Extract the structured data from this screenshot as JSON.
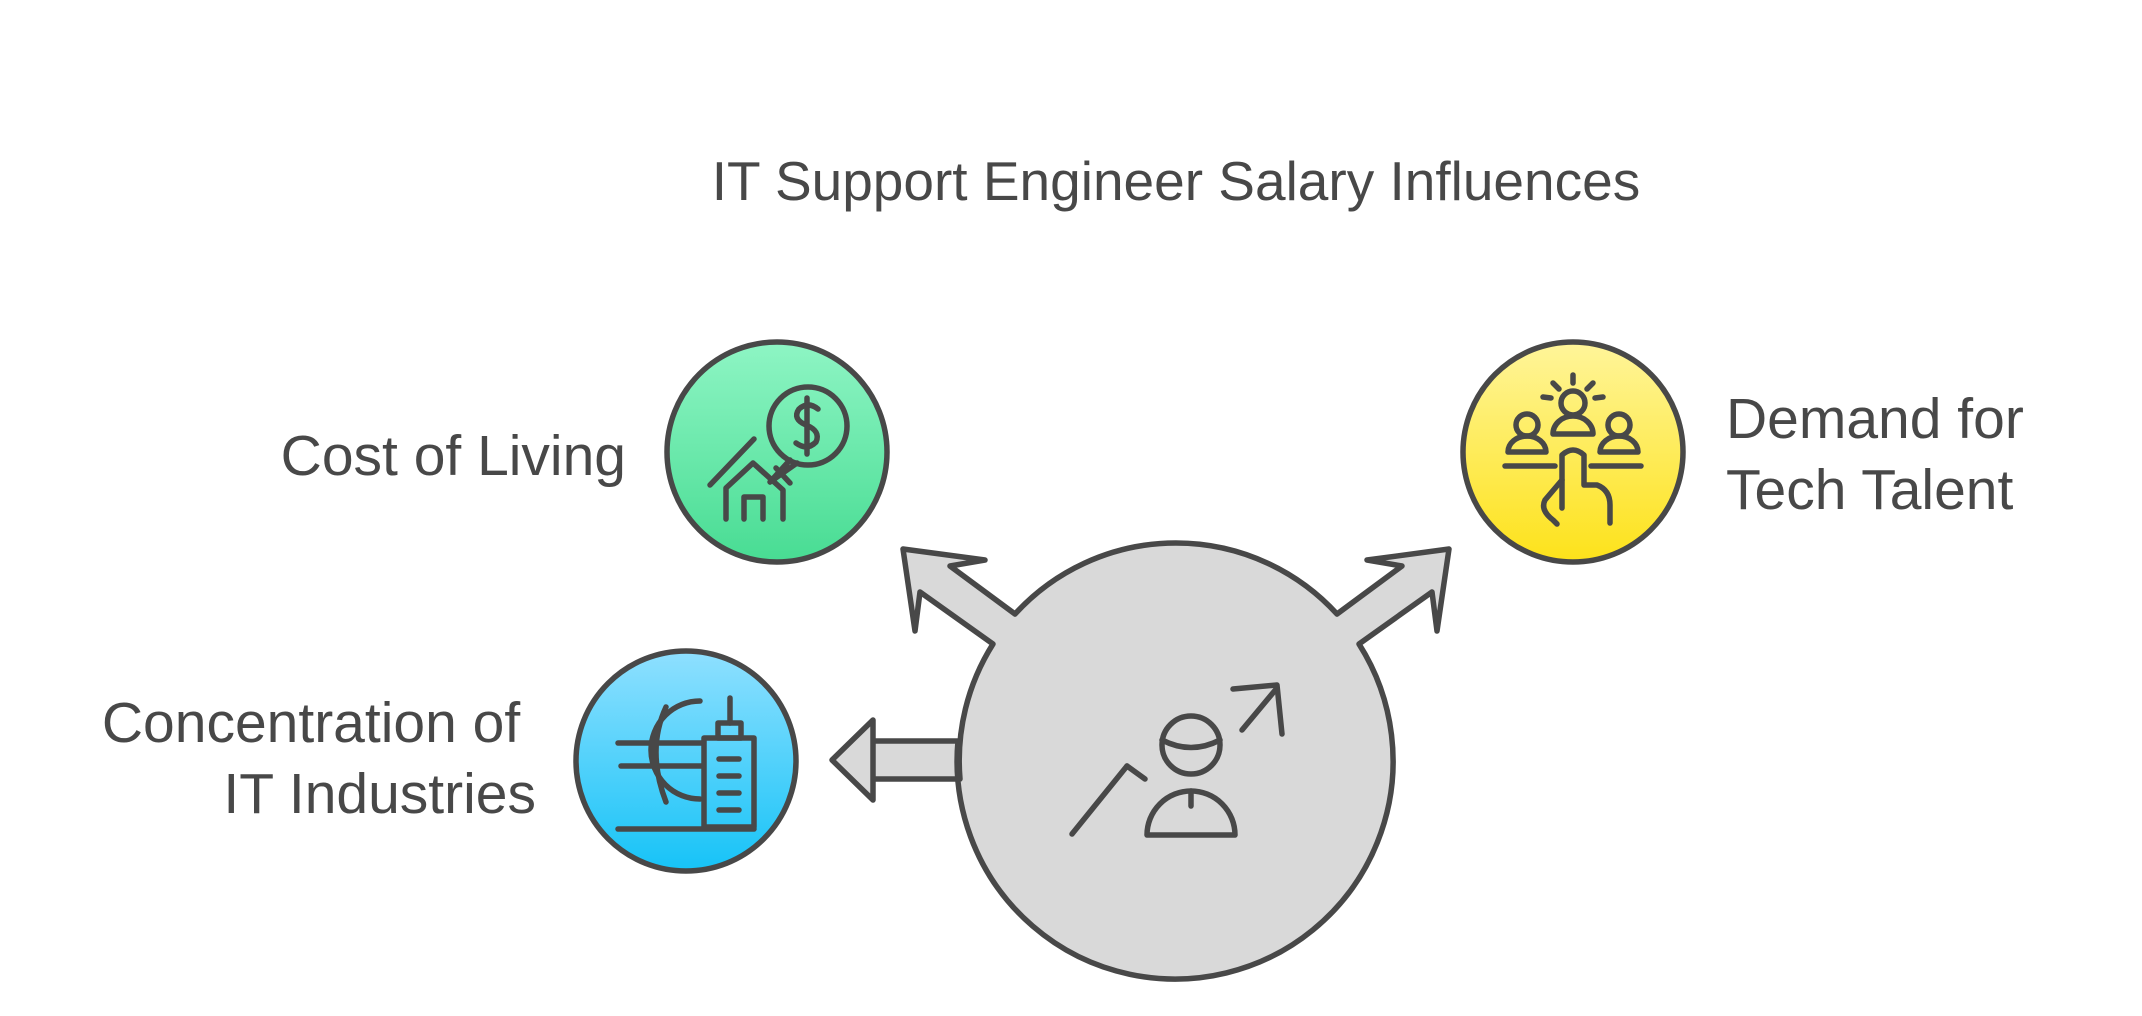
{
  "title": "IT Support Engineer Salary Influences",
  "factors": [
    {
      "label_lines": [
        "Cost of Living"
      ],
      "icon": "house-dollar-icon",
      "color_top": "#8ef5c4",
      "color_bottom": "#48dc93"
    },
    {
      "label_lines": [
        "Demand for",
        "Tech Talent"
      ],
      "icon": "people-pointing-icon",
      "color_top": "#fff59a",
      "color_bottom": "#fde21a"
    },
    {
      "label_lines": [
        "Concentration of",
        "IT Industries"
      ],
      "icon": "globe-building-icon",
      "color_top": "#8fe0ff",
      "color_bottom": "#16c3f7"
    }
  ],
  "hub": {
    "icon": "person-growth-icon",
    "color": "#d9d9d9"
  }
}
